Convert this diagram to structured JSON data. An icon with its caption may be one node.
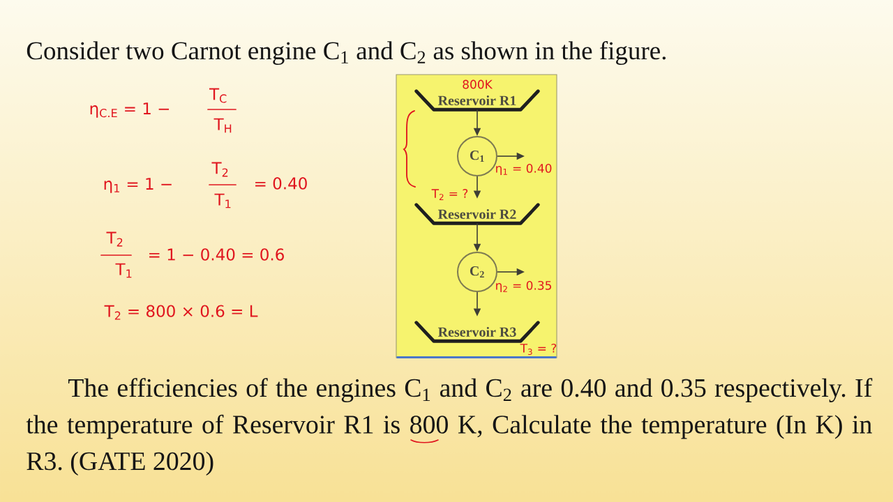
{
  "diagram": {
    "title": "Consider two Carnot engine C$_{1}$ and C$_{2}$ as shown in the figure.",
    "caption": "The efficiencies of the engines C$_{1}$ and C$_{2}$ are 0.40 and 0.35 respectively. If the temperature of Reservoir R1 is 800 K, Calculate the temperature (In K) in R3. (GATE 2020)",
    "nodes": [
      {
        "text": [],
        "shape": "box"
      },
      {
        "text": [
          "Reservoir R1"
        ],
        "in": 0,
        "beside": [
          "800K"
        ]
      },
      {
        "text": [
          "C$_{1}$"
        ],
        "in": 0,
        "beside": [
          "η$_{1}$ = 0.40"
        ]
      },
      {
        "text": [
          "Reservoir R2"
        ],
        "in": 0,
        "beside": [
          "T$_{2}$ = ?"
        ]
      },
      {
        "text": [
          "C$_{2}$"
        ],
        "in": 0,
        "beside": [
          "η$_{2}$ = 0.35"
        ]
      },
      {
        "text": [
          "Reservoir R3"
        ],
        "in": 0,
        "beside": [
          "T$_{3}$ = ?"
        ]
      }
    ],
    "edges": [
      {
        "from": 1,
        "to": 2,
        "arrow": "to"
      },
      {
        "from": 2,
        "to": 3,
        "arrow": "to"
      },
      {
        "from": 2,
        "to": null,
        "arrow": "to"
      },
      {
        "from": 3,
        "to": 4,
        "arrow": "to"
      },
      {
        "from": 4,
        "to": 5,
        "arrow": "to"
      },
      {
        "from": 4,
        "to": null,
        "arrow": "to"
      }
    ],
    "labels": [
      "η$_{C.E}$ = 1 −",
      "T$_{C}$",
      "T$_{H}$",
      "η$_{1}$ = 1 −",
      "T$_{2}$",
      "T$_{1}$",
      "= 0.40",
      "T$_{2}$",
      "T$_{1}$",
      "= 1 − 0.40 = 0.6",
      "T$_{2}$ = 800 × 0.6 = L"
    ]
  }
}
